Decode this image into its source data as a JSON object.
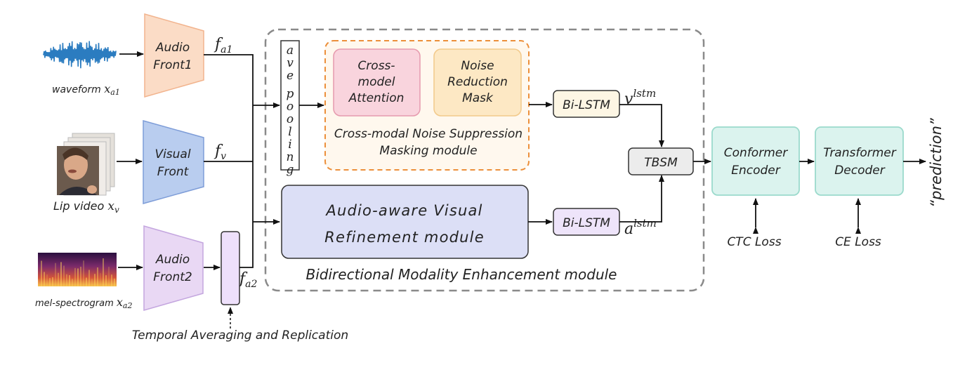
{
  "inputs": {
    "waveform": {
      "text": "waveform ",
      "sym": "x",
      "sub": "a1"
    },
    "lip": {
      "text": "Lip video ",
      "sym": "x",
      "sub": "v"
    },
    "mel": {
      "text": "mel-spectrogram ",
      "sym": "x",
      "sub": "a2"
    }
  },
  "fronts": {
    "audio1": {
      "line1": "Audio",
      "line2": "Front1"
    },
    "visual": {
      "line1": "Visual",
      "line2": "Front"
    },
    "audio2": {
      "line1": "Audio",
      "line2": "Front2"
    }
  },
  "features": {
    "fa1": {
      "sym": "f",
      "sub": "a1"
    },
    "fv": {
      "sym": "f",
      "sub": "v"
    },
    "fa2": {
      "sym": "f",
      "sub": "a2"
    }
  },
  "ave_pooling": [
    "a",
    "v",
    "e",
    "p",
    "o",
    "o",
    "l",
    "i",
    "n",
    "g"
  ],
  "cross_attention": [
    "Cross-",
    "model",
    "Attention"
  ],
  "noise_mask": [
    "Noise",
    "Reduction",
    "Mask"
  ],
  "cnsm": [
    "Cross-modal Noise Suppression",
    "Masking module"
  ],
  "avr": [
    "Audio-aware Visual",
    "Refinement module"
  ],
  "bilstm_top": "Bi-LSTM",
  "bilstm_bottom": "Bi-LSTM",
  "v_lstm": {
    "sym": "v",
    "sup": "lstm"
  },
  "a_lstm": {
    "sym": "a",
    "sup": "lstm"
  },
  "tbsm": "TBSM",
  "bme": "Bidirectional Modality Enhancement module",
  "conformer": [
    "Conformer",
    "Encoder"
  ],
  "transformer": [
    "Transformer",
    "Decoder"
  ],
  "ctc": "CTC Loss",
  "ce": "CE Loss",
  "prediction": "“prediction”",
  "temporal": "Temporal Averaging and Replication",
  "colors": {
    "audio_front": "#fbdcc6",
    "visual_front": "#b9cdef",
    "audio2_front": "#e9d8f4",
    "cross_attn": "#f9d4dd",
    "noise_mask": "#fde8c4",
    "cnsm_border": "#ec8f3a",
    "avr_fill": "#dcdff6",
    "bilstm_top": "#fdf6e4",
    "bilstm_bottom": "#eee4fa",
    "teal_fill": "#dbf3ee",
    "teal_border": "#9bdacc",
    "tbsm_fill": "#ececec",
    "waveform": "#2b7cc0"
  }
}
